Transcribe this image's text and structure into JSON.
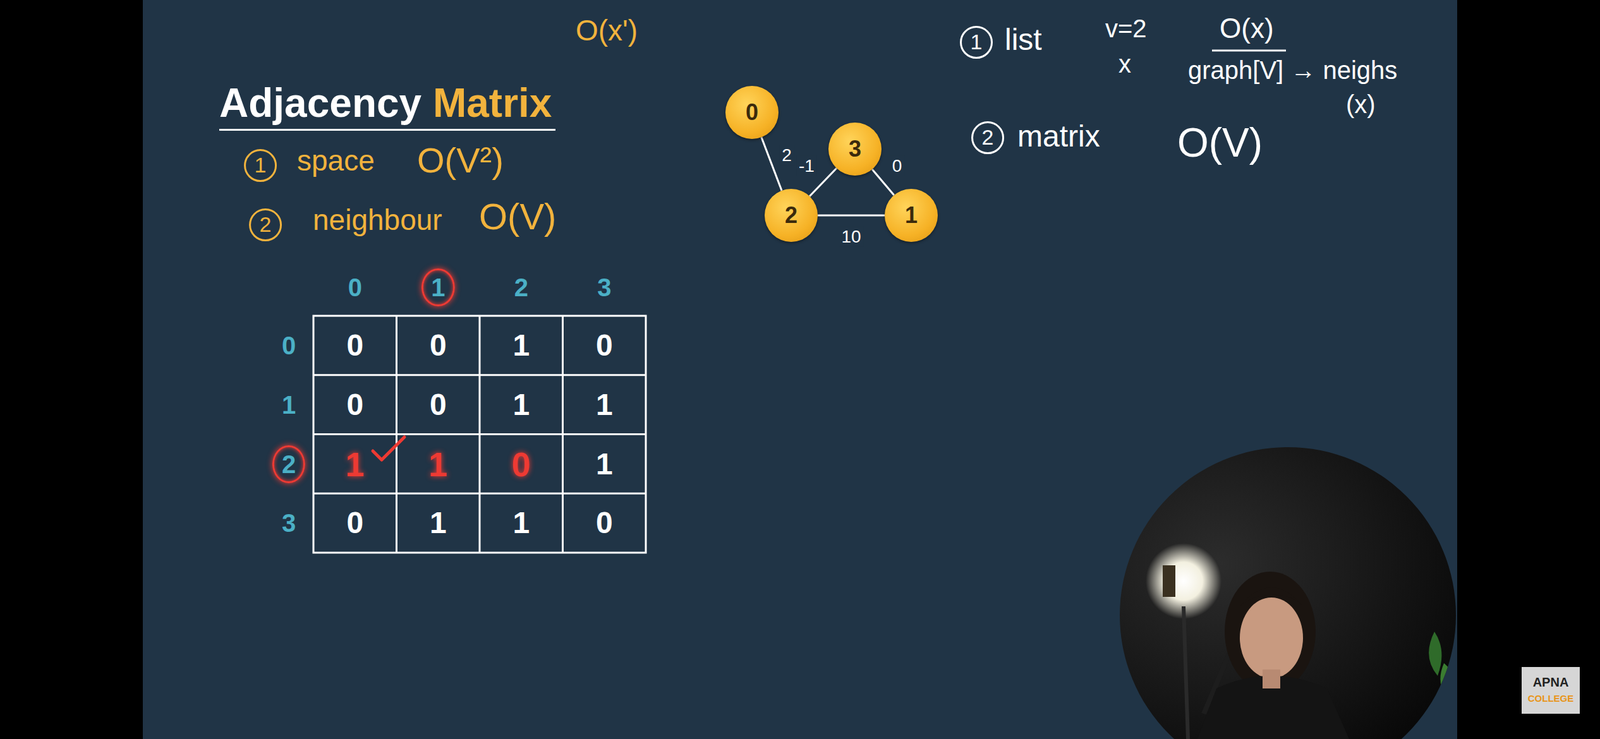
{
  "diagram": {
    "title": "Adjacency Matrix",
    "nodes": [
      {
        "text": [
          "0"
        ]
      },
      {
        "text": [
          "3"
        ]
      },
      {
        "text": [
          "2"
        ]
      },
      {
        "text": [
          "1"
        ]
      }
    ],
    "edges": [
      {
        "from": 0,
        "to": 2,
        "label": "2",
        "arrow": "none"
      },
      {
        "from": 2,
        "to": 1,
        "label": "-1",
        "arrow": "none"
      },
      {
        "from": 1,
        "to": 3,
        "label": "0",
        "arrow": "none"
      },
      {
        "from": 2,
        "to": 3,
        "label": "10",
        "arrow": "none"
      }
    ],
    "labels": [
      "O(x')",
      "1",
      "list",
      "v=2",
      "x",
      "O(x)",
      "graph[V] → neighs",
      "(x)",
      "2",
      "matrix",
      "O(V)",
      "1",
      "space",
      "O(V²)",
      "2",
      "neighbour",
      "O(V)",
      "0",
      "1",
      "2",
      "3",
      "0",
      "1",
      "2",
      "3",
      "0",
      "0",
      "1",
      "0",
      "0",
      "0",
      "1",
      "1",
      "1",
      "1",
      "0",
      "1",
      "0",
      "1",
      "1",
      "0",
      "APNA",
      "COLLEGE"
    ]
  }
}
